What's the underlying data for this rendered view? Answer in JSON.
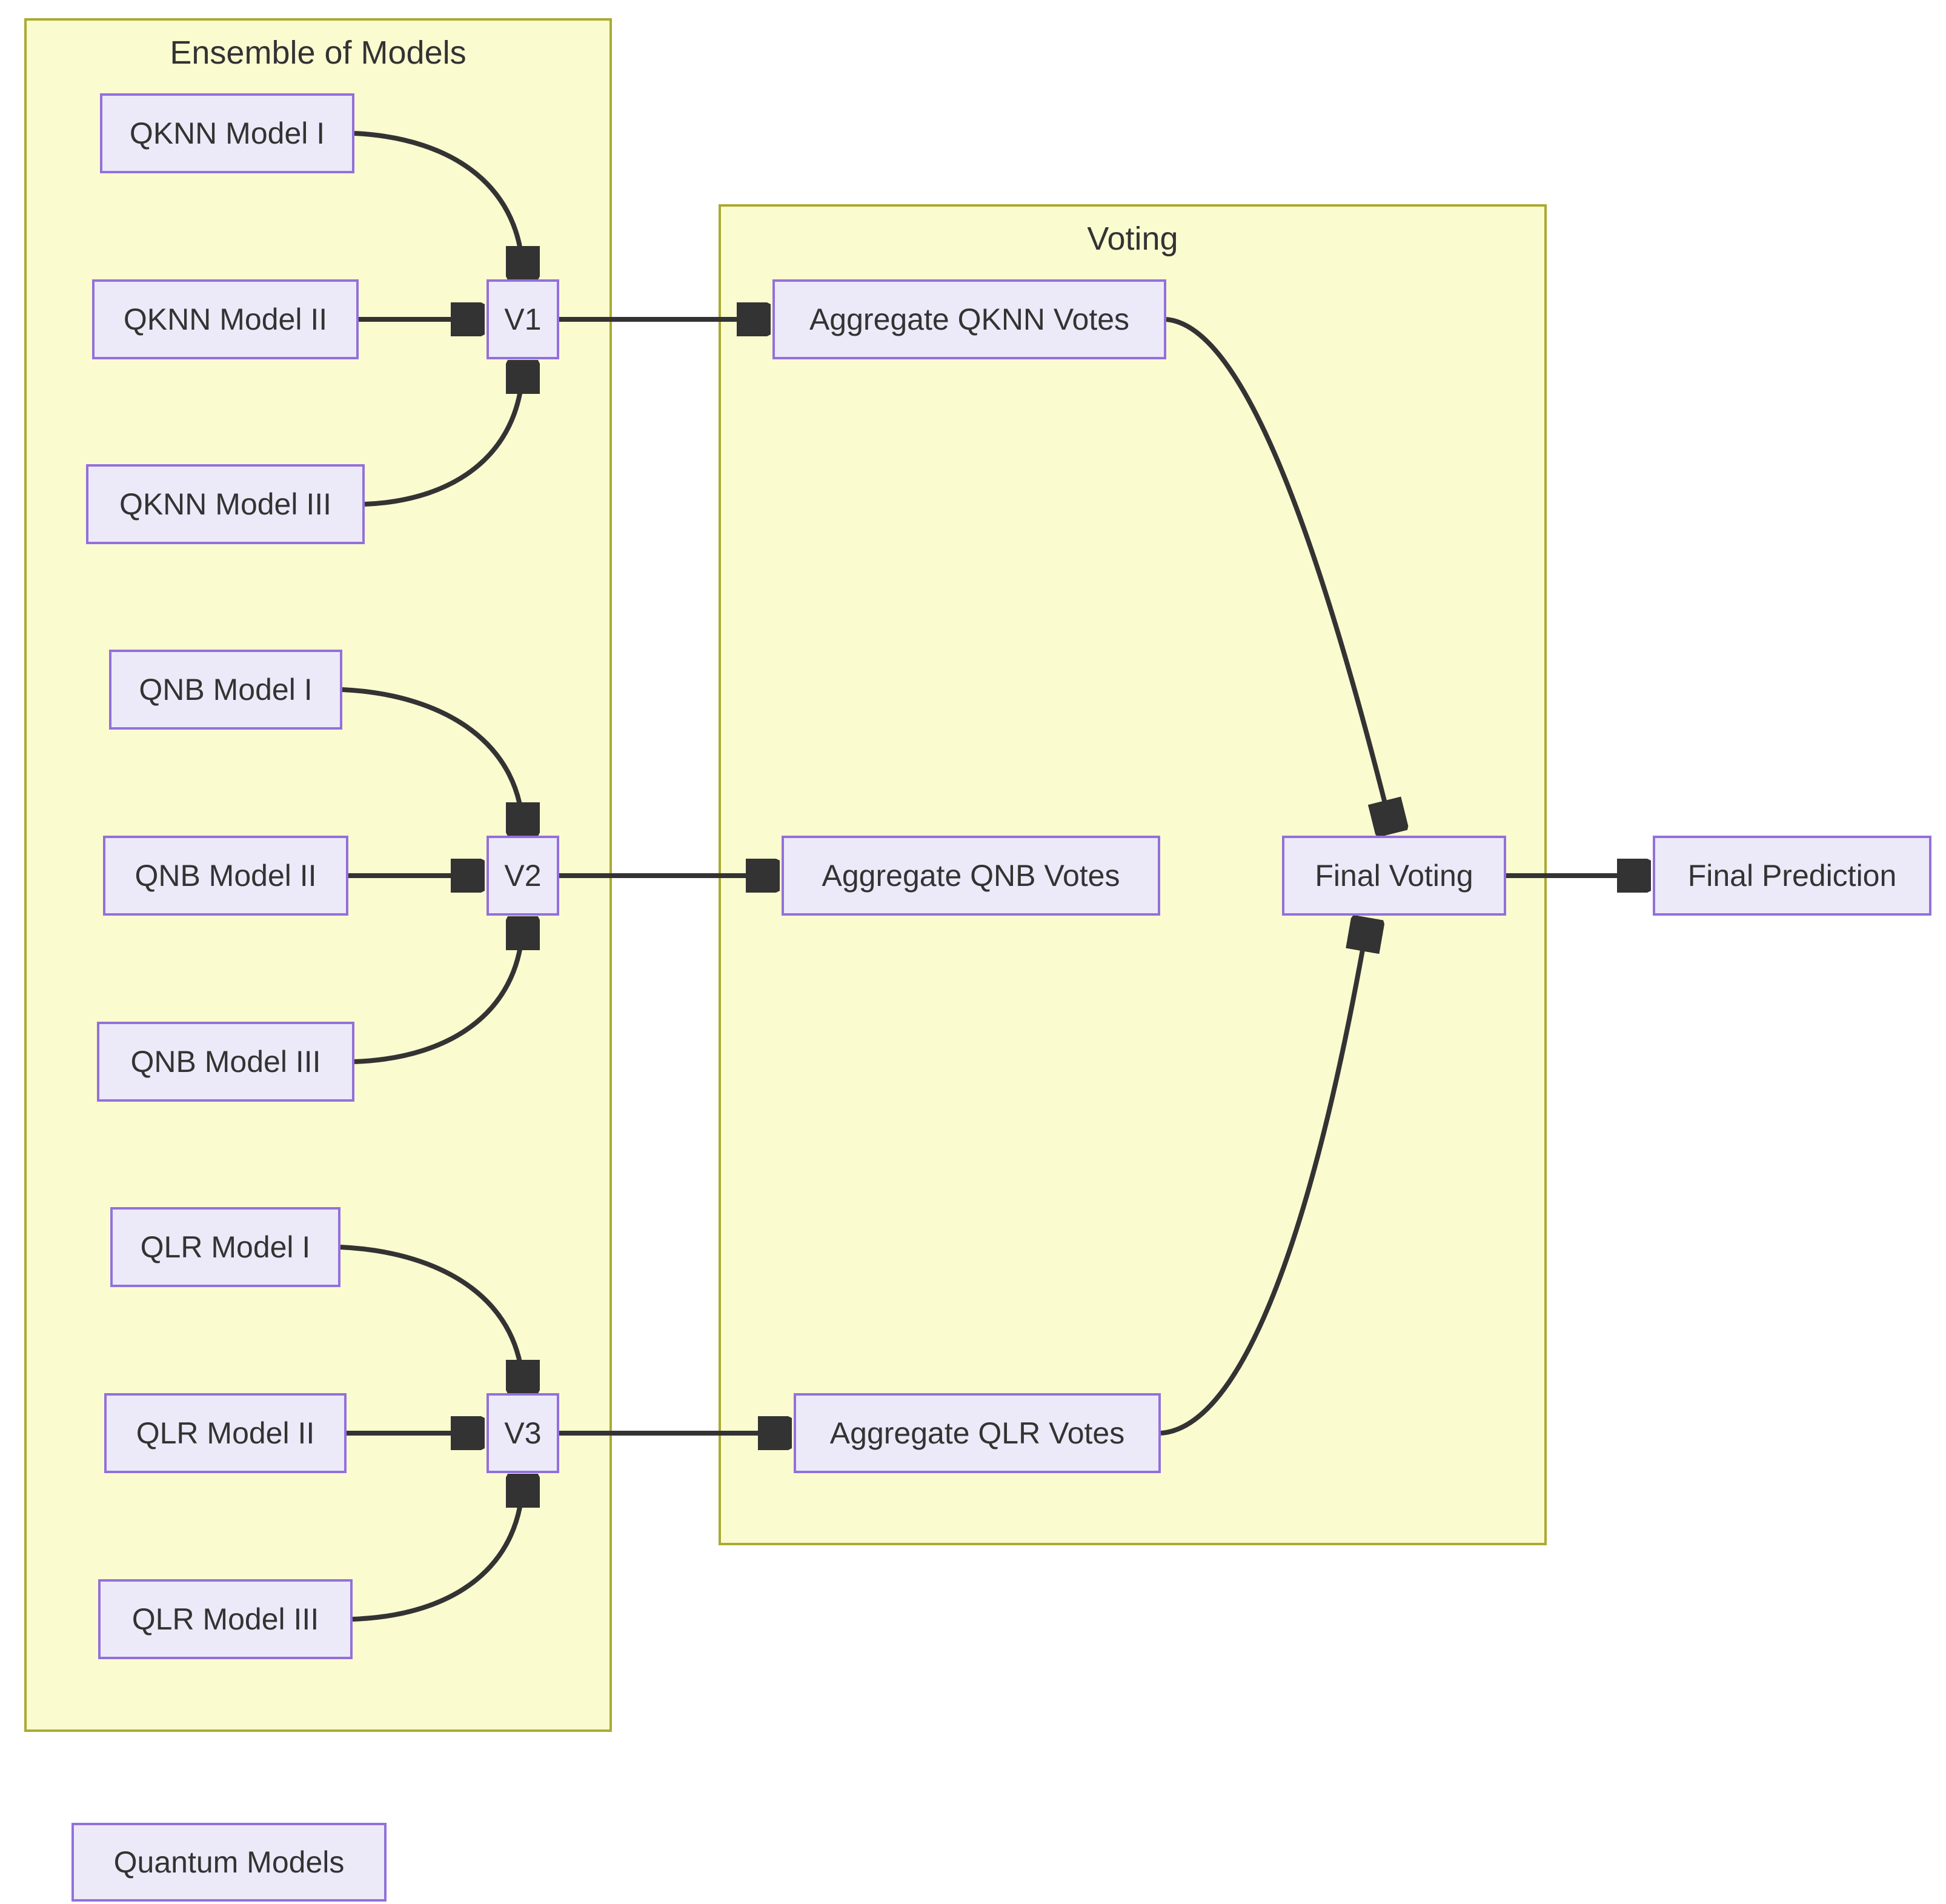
{
  "diagram": {
    "type": "flowchart-left-right",
    "clusters": {
      "ensemble": {
        "title": "Ensemble of Models"
      },
      "voting": {
        "title": "Voting"
      }
    },
    "nodes": {
      "qknn1": {
        "label": "QKNN Model I"
      },
      "qknn2": {
        "label": "QKNN Model II"
      },
      "qknn3": {
        "label": "QKNN Model III"
      },
      "v1": {
        "label": "V1"
      },
      "qnb1": {
        "label": "QNB Model I"
      },
      "qnb2": {
        "label": "QNB Model II"
      },
      "qnb3": {
        "label": "QNB Model III"
      },
      "v2": {
        "label": "V2"
      },
      "qlr1": {
        "label": "QLR Model I"
      },
      "qlr2": {
        "label": "QLR Model II"
      },
      "qlr3": {
        "label": "QLR Model III"
      },
      "v3": {
        "label": "V3"
      },
      "agg_qknn": {
        "label": "Aggregate QKNN Votes"
      },
      "agg_qnb": {
        "label": "Aggregate QNB Votes"
      },
      "agg_qlr": {
        "label": "Aggregate QLR Votes"
      },
      "final_voting": {
        "label": "Final Voting"
      },
      "final_prediction": {
        "label": "Final Prediction"
      },
      "quantum_models": {
        "label": "Quantum Models"
      }
    },
    "edges": [
      {
        "from": "qknn1",
        "to": "v1"
      },
      {
        "from": "qknn2",
        "to": "v1"
      },
      {
        "from": "qknn3",
        "to": "v1"
      },
      {
        "from": "v1",
        "to": "agg_qknn"
      },
      {
        "from": "qnb1",
        "to": "v2"
      },
      {
        "from": "qnb2",
        "to": "v2"
      },
      {
        "from": "qnb3",
        "to": "v2"
      },
      {
        "from": "v2",
        "to": "agg_qnb"
      },
      {
        "from": "qlr1",
        "to": "v3"
      },
      {
        "from": "qlr2",
        "to": "v3"
      },
      {
        "from": "qlr3",
        "to": "v3"
      },
      {
        "from": "v3",
        "to": "agg_qlr"
      },
      {
        "from": "agg_qknn",
        "to": "final_voting"
      },
      {
        "from": "agg_qnb",
        "to": "final_voting"
      },
      {
        "from": "agg_qlr",
        "to": "final_voting"
      },
      {
        "from": "final_voting",
        "to": "final_prediction"
      }
    ],
    "colors": {
      "cluster_fill": "#FBFBD0",
      "cluster_border": "#AAAA33",
      "node_fill": "#ECEAF8",
      "node_border": "#9370DB",
      "edge": "#333333",
      "text": "#333333"
    }
  }
}
